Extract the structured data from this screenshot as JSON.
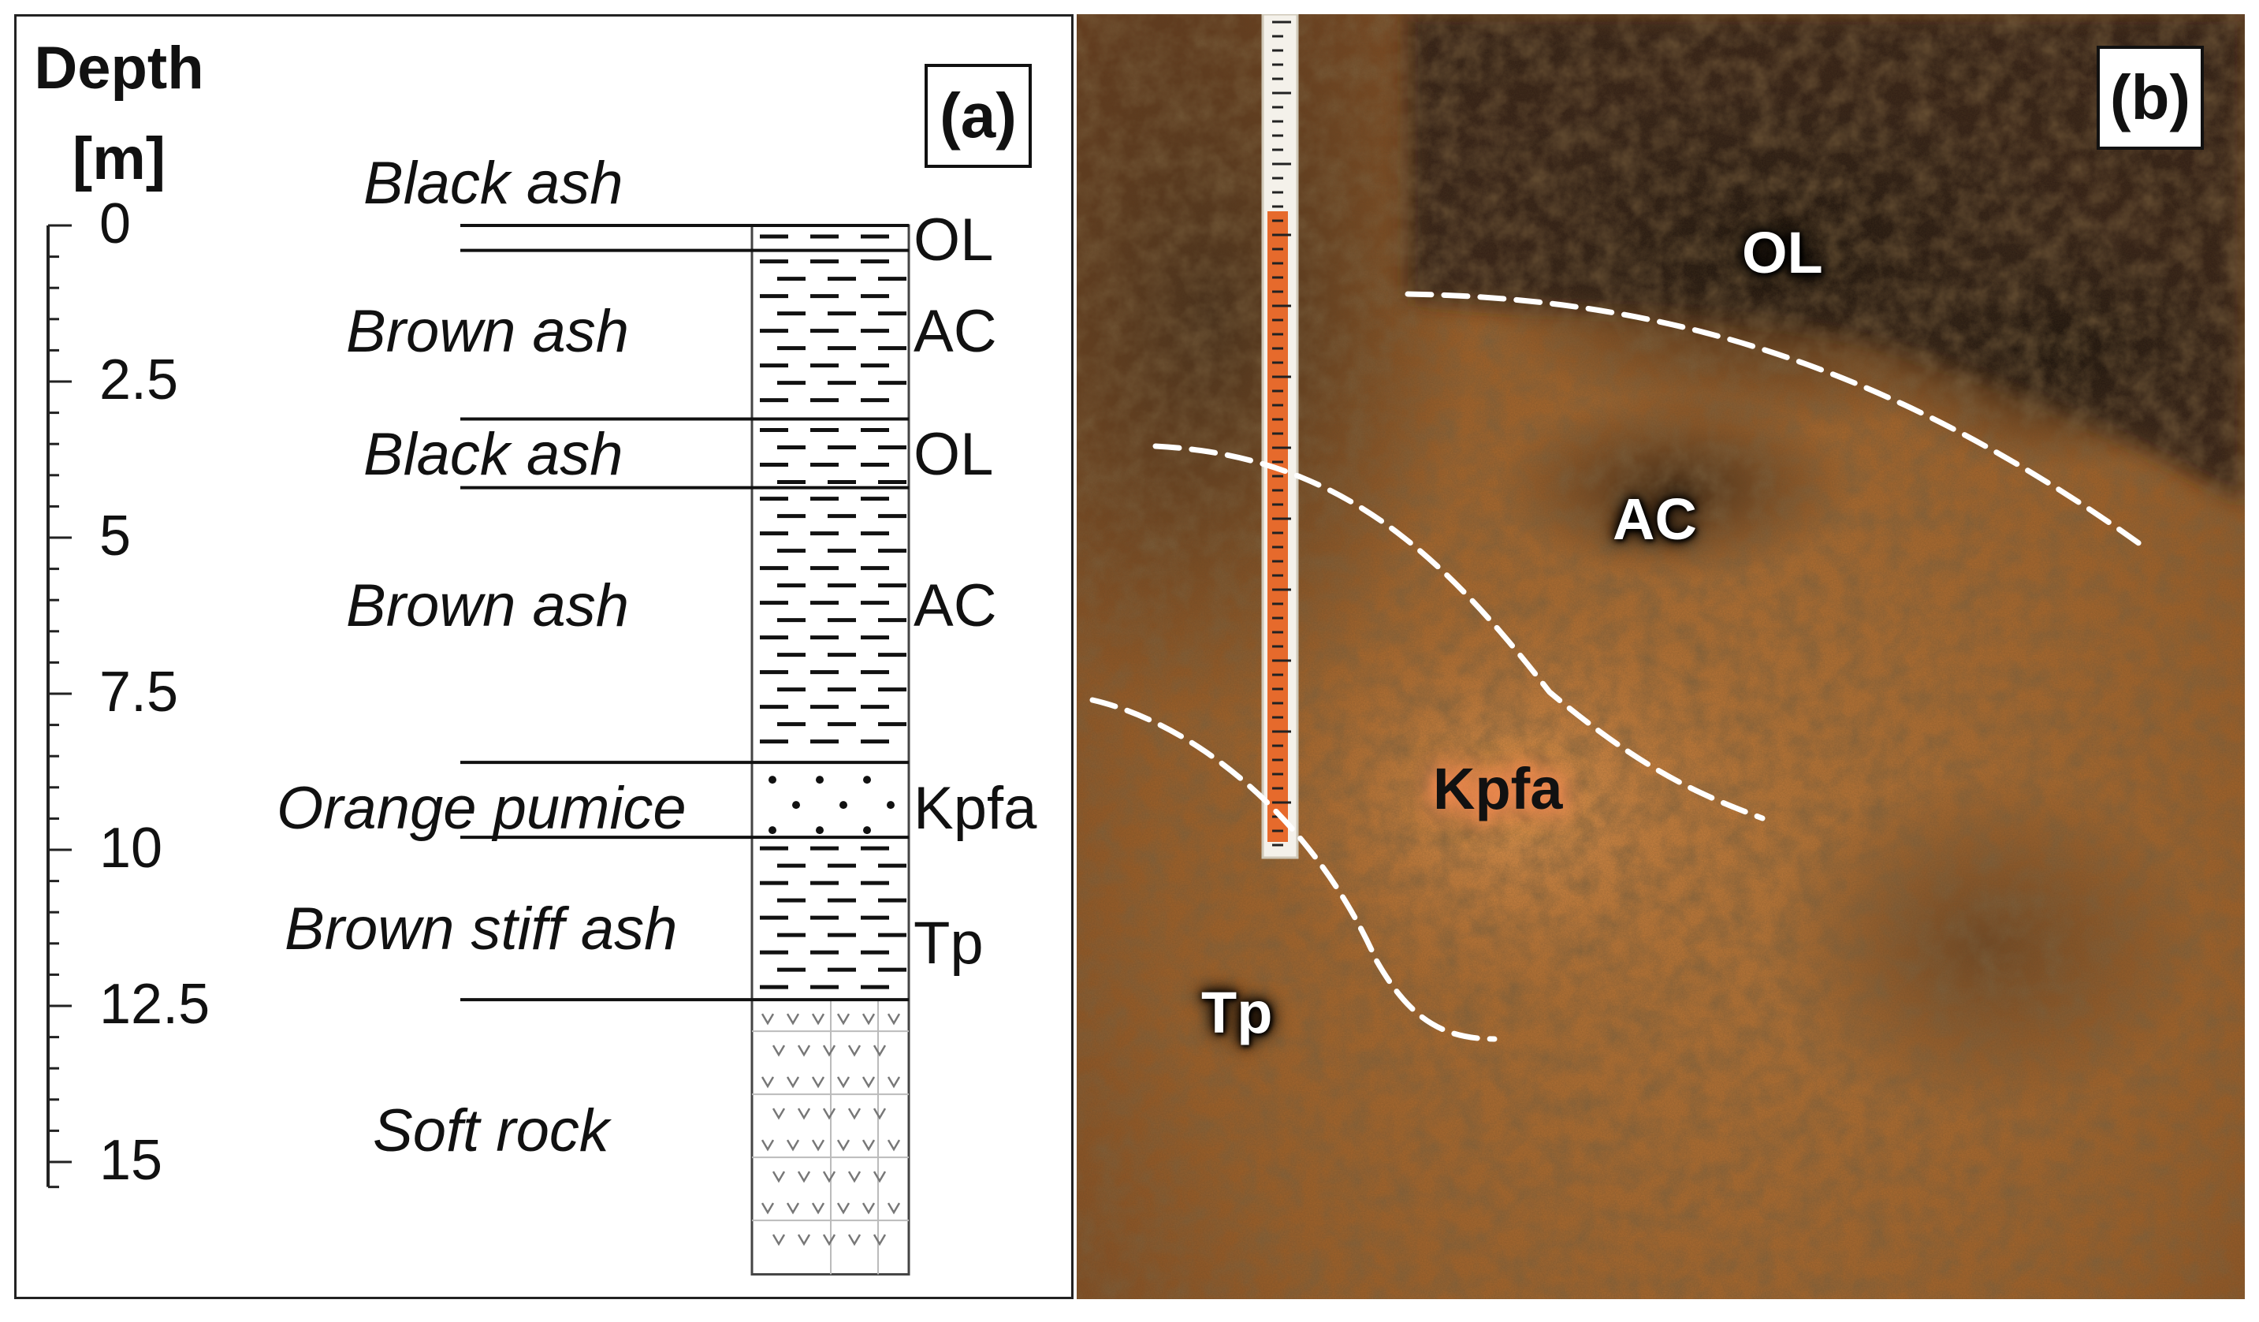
{
  "figure": {
    "panel_a": {
      "tag": "(a)",
      "depth_title": {
        "line1": "Depth",
        "line2": "[m]"
      },
      "ticks": [
        {
          "value": 0,
          "label": "0"
        },
        {
          "value": 2.5,
          "label": "2.5"
        },
        {
          "value": 5,
          "label": "5"
        },
        {
          "value": 7.5,
          "label": "7.5"
        },
        {
          "value": 10,
          "label": "10"
        },
        {
          "value": 12.5,
          "label": "12.5"
        },
        {
          "value": 15,
          "label": "15"
        }
      ],
      "layers": [
        {
          "name": "Black ash",
          "code": "OL",
          "top": 0,
          "bottom": 0.4,
          "pattern": "dash"
        },
        {
          "name": "Brown ash",
          "code": "AC",
          "top": 0.4,
          "bottom": 3.1,
          "pattern": "dash"
        },
        {
          "name": "Black ash",
          "code": "OL",
          "top": 3.1,
          "bottom": 4.2,
          "pattern": "dash"
        },
        {
          "name": "Brown ash",
          "code": "AC",
          "top": 4.2,
          "bottom": 8.6,
          "pattern": "dash"
        },
        {
          "name": "Orange pumice",
          "code": "Kpfa",
          "top": 8.6,
          "bottom": 9.8,
          "pattern": "dots"
        },
        {
          "name": "Brown stiff ash",
          "code": "Tp",
          "top": 9.8,
          "bottom": 12.4,
          "pattern": "dash"
        },
        {
          "name": "Soft rock",
          "code": "",
          "top": 12.4,
          "bottom": 16.8,
          "pattern": "rock"
        }
      ]
    },
    "panel_b": {
      "tag": "(b)",
      "labels": {
        "ol": "OL",
        "ac": "AC",
        "kpfa": "Kpfa",
        "tp": "Tp"
      }
    },
    "colors": {
      "soil": "#9b6228",
      "dark_soil": "#2b1f16",
      "pumice": "#e0894b",
      "boundary_dash": "#ffffff"
    }
  }
}
